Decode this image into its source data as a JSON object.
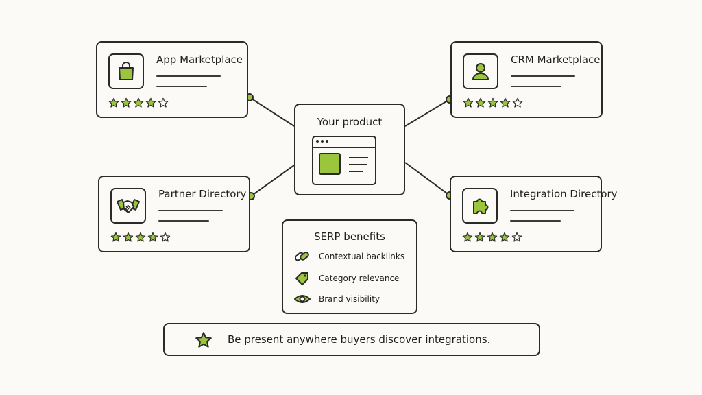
{
  "colors": {
    "accent": "#9bc53d",
    "stroke": "#2a2a2a",
    "background": "#fbfaf6"
  },
  "center": {
    "title": "Your product",
    "icon": "browser-window-icon"
  },
  "directories": [
    {
      "title": "App Marketplace",
      "icon": "shopping-bag-icon",
      "rating": 4,
      "max_rating": 5
    },
    {
      "title": "CRM Marketplace",
      "icon": "user-icon",
      "rating": 4,
      "max_rating": 5
    },
    {
      "title": "Partner Directory",
      "icon": "handshake-icon",
      "rating": 4,
      "max_rating": 5
    },
    {
      "title": "Integration Directory",
      "icon": "puzzle-piece-icon",
      "rating": 4,
      "max_rating": 5
    }
  ],
  "benefits": {
    "title": "SERP benefits",
    "items": [
      {
        "label": "Contextual backlinks",
        "icon": "link-icon"
      },
      {
        "label": "Category relevance",
        "icon": "tag-icon"
      },
      {
        "label": "Brand visibility",
        "icon": "eye-icon"
      }
    ]
  },
  "banner": {
    "text": "Be present anywhere buyers discover integrations.",
    "icon": "star-icon"
  }
}
